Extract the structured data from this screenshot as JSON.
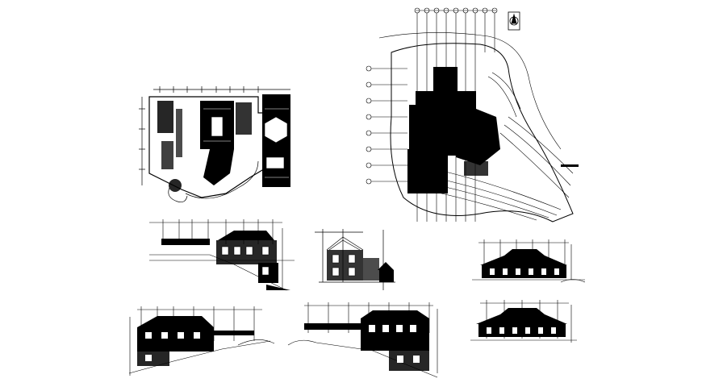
{
  "sheet": {
    "background": "#ffffff",
    "ink": "#000000"
  },
  "drawings": [
    {
      "id": "floor-plan",
      "kind": "plan",
      "icon": "floor-plan-drawing"
    },
    {
      "id": "site-plan",
      "kind": "site-plan",
      "icon": "site-plan-drawing"
    },
    {
      "id": "elevation-front",
      "kind": "elevation",
      "icon": "elevation-drawing"
    },
    {
      "id": "section-cut",
      "kind": "section",
      "icon": "section-drawing"
    },
    {
      "id": "elevation-upper-right",
      "kind": "elevation",
      "icon": "elevation-drawing"
    },
    {
      "id": "elevation-lower-left",
      "kind": "elevation",
      "icon": "elevation-drawing"
    },
    {
      "id": "elevation-lower-middle",
      "kind": "elevation",
      "icon": "elevation-drawing"
    },
    {
      "id": "elevation-lower-right",
      "kind": "elevation",
      "icon": "elevation-drawing"
    }
  ],
  "north_arrow": {
    "icon": "north-arrow-icon"
  }
}
